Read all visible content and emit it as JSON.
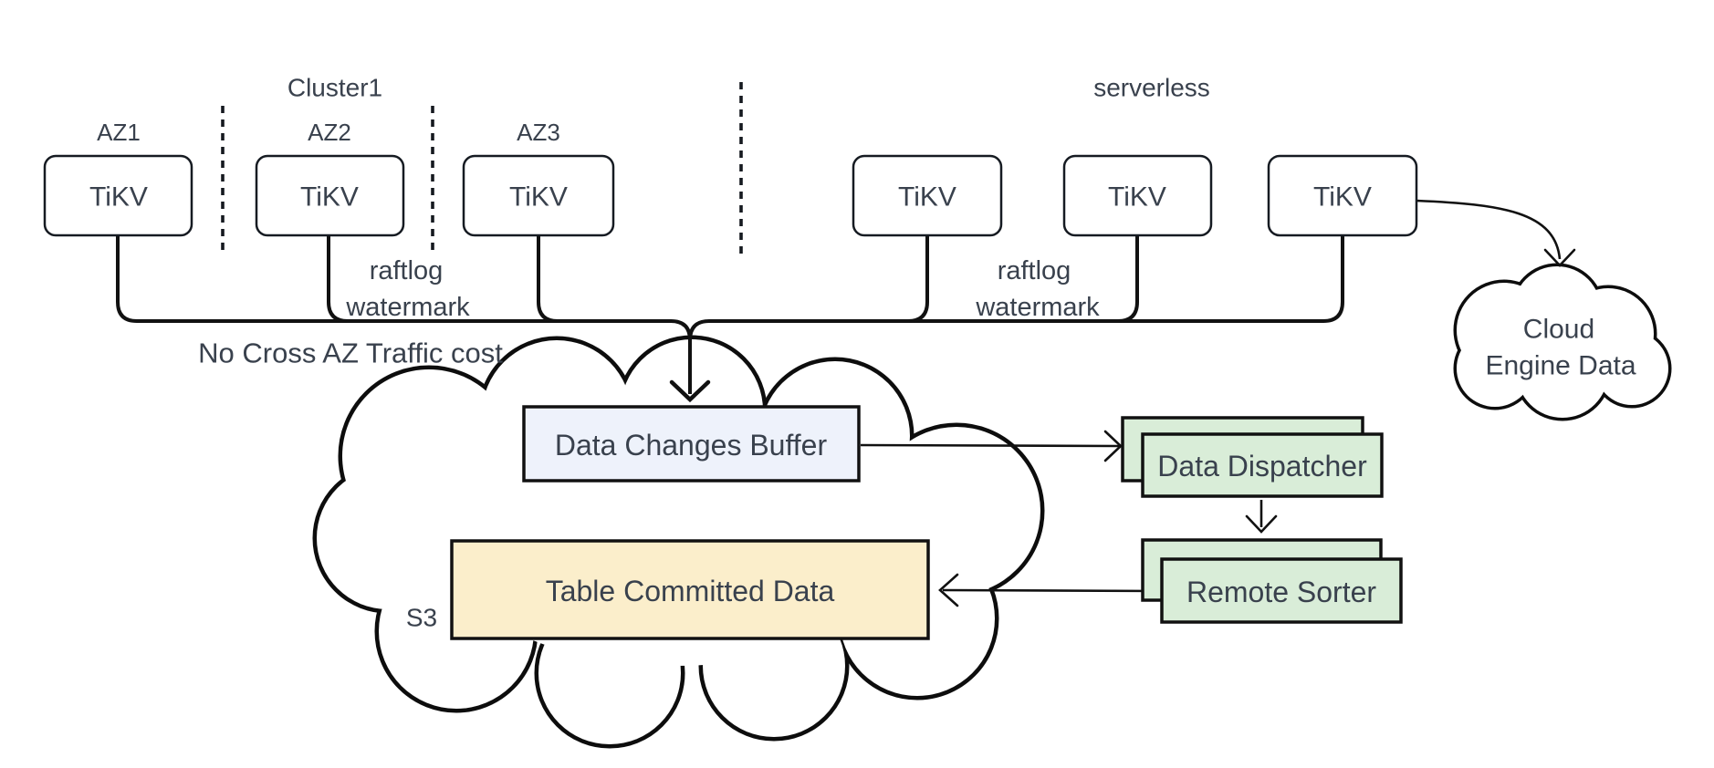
{
  "diagram": {
    "titles": {
      "cluster": "Cluster1",
      "serverless": "serverless"
    },
    "zones": [
      {
        "label": "AZ1"
      },
      {
        "label": "AZ2"
      },
      {
        "label": "AZ3"
      }
    ],
    "tikv_nodes": [
      {
        "label": "TiKV"
      },
      {
        "label": "TiKV"
      },
      {
        "label": "TiKV"
      },
      {
        "label": "TiKV"
      },
      {
        "label": "TiKV"
      },
      {
        "label": "TiKV"
      }
    ],
    "annotations": {
      "raftlog_left": {
        "line1": "raftlog",
        "line2": "watermark"
      },
      "raftlog_right": {
        "line1": "raftlog",
        "line2": "watermark"
      },
      "no_cross_az": "No Cross AZ Traffic cost"
    },
    "s3": {
      "label": "S3",
      "buffer_label": "Data Changes Buffer",
      "committed_label": "Table Committed Data"
    },
    "services": {
      "dispatcher_label": "Data Dispatcher",
      "sorter_label": "Remote Sorter"
    },
    "cloud_engine": {
      "line1": "Cloud",
      "line2": "Engine Data"
    },
    "colors": {
      "line": "#111111",
      "text": "#39414d",
      "buffer_fill": "#eef2fb",
      "committed_fill": "#fbeecb",
      "service_fill": "#d9edd8"
    }
  }
}
